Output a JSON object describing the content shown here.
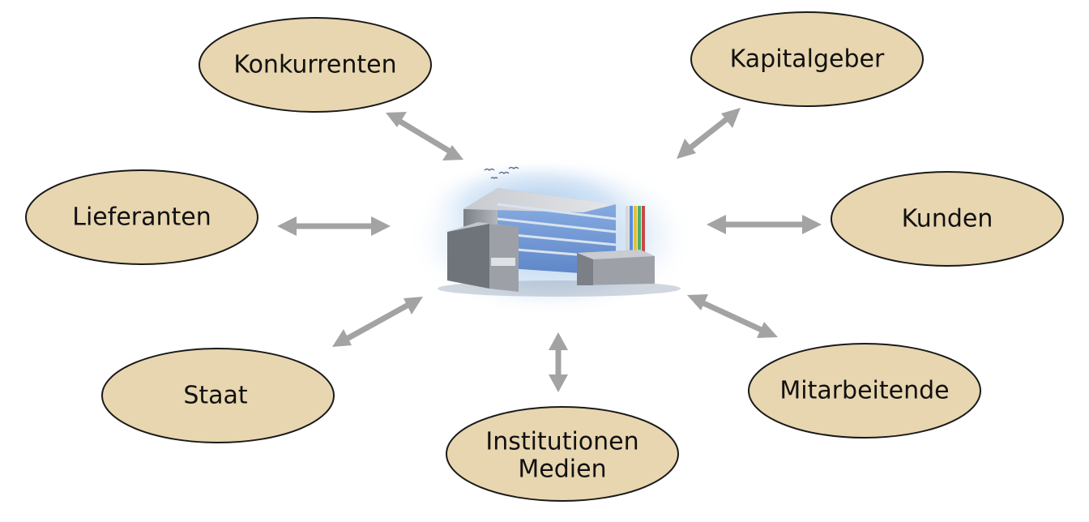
{
  "nodes": {
    "konkurrenten": {
      "label": "Konkurrenten"
    },
    "kapitalgeber": {
      "label": "Kapitalgeber"
    },
    "lieferanten": {
      "label": "Lieferanten"
    },
    "kunden": {
      "label": "Kunden"
    },
    "staat": {
      "label": "Staat"
    },
    "mitarbeitende": {
      "label": "Mitarbeitende"
    },
    "institutionen_medien": {
      "line1": "Institutionen",
      "line2": "Medien"
    }
  },
  "colors": {
    "ellipse_fill": "#e8d6b0",
    "ellipse_stroke": "#1a1a1a",
    "arrow": "#a3a3a3",
    "sky": "#bcd6f0"
  },
  "center_image": "company-building-illustration"
}
